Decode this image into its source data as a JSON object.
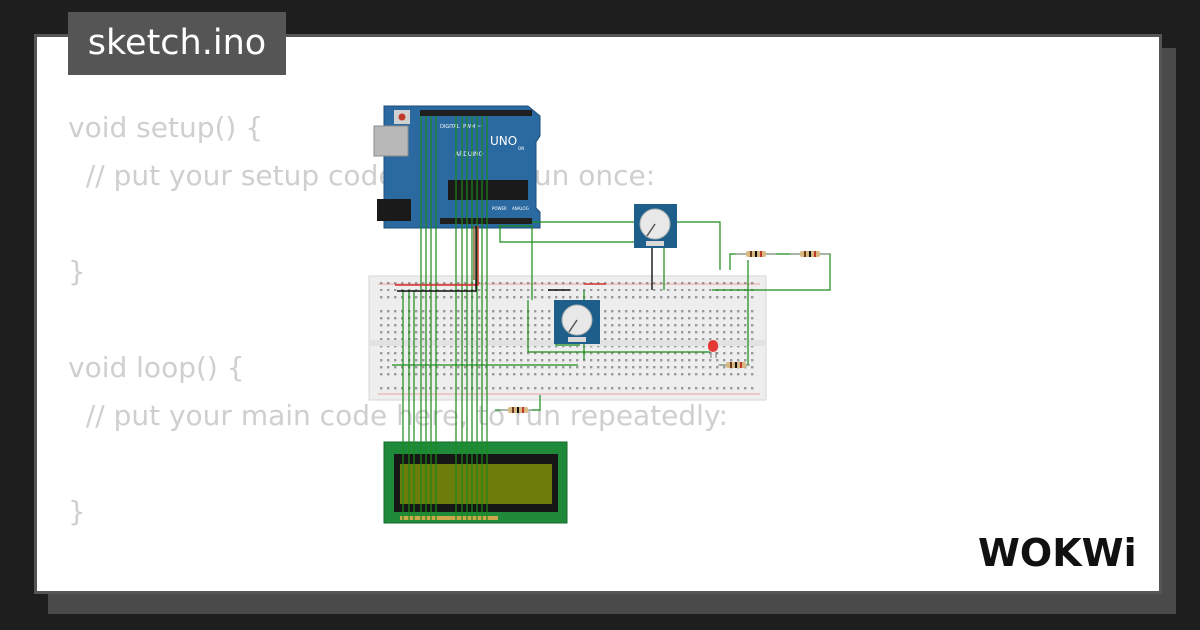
{
  "tab": {
    "title": "sketch.ino"
  },
  "code": {
    "lines": [
      "void setup() {",
      "  // put your setup code here, to run once:",
      "",
      "}",
      "",
      "void loop() {",
      "  // put your main code here, to run repeatedly:",
      "",
      "}"
    ]
  },
  "board": {
    "label": "UNO",
    "brand": "ARDUINO",
    "digital_label": "DIGITAL (PWM ~)",
    "analog_label": "ANALOG",
    "power_label": "POWER",
    "on_label": "ON"
  },
  "logo": {
    "text": "WOKWi"
  },
  "colors": {
    "background": "#1e1e1e",
    "card": "#ffffff",
    "tab": "#555555",
    "code_text": "#cfcfcf",
    "wire": "#1a8a1a",
    "board": "#2b6aa0",
    "lcd": "#1f8a3a",
    "lcd_screen": "#6c7d0c"
  }
}
